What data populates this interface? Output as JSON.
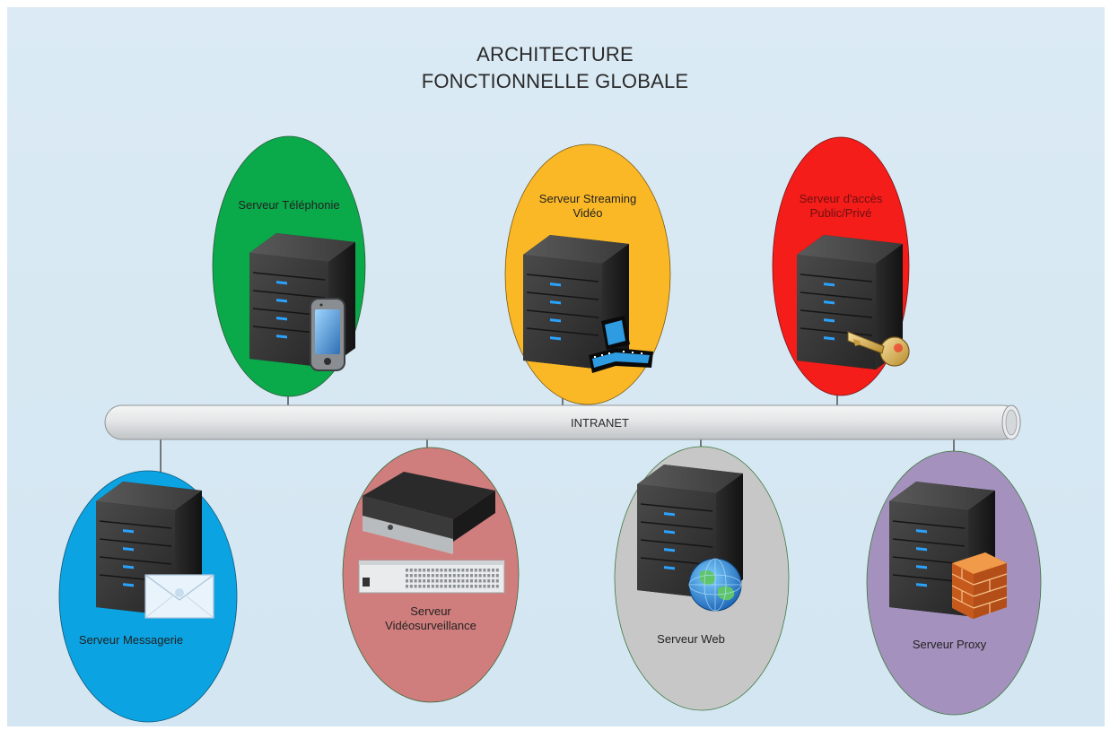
{
  "title": {
    "line1": "ARCHITECTURE",
    "line2": "FONCTIONNELLE GLOBALE"
  },
  "bus": {
    "label": "INTRANET",
    "color": "#e6e8e9"
  },
  "nodes": [
    {
      "id": "telephonie",
      "label_lines": [
        "Serveur Téléphonie"
      ],
      "color": "#0aa94a",
      "accessory": "smartphone-icon"
    },
    {
      "id": "streaming",
      "label_lines": [
        "Serveur Streaming",
        "Vidéo"
      ],
      "color": "#fbb826",
      "accessory": "film-strip-icon"
    },
    {
      "id": "acces",
      "label_lines": [
        "Serveur d'accès",
        "Public/Privé"
      ],
      "color": "#f41d1a",
      "accessory": "key-icon"
    },
    {
      "id": "messagerie",
      "label_lines": [
        "Serveur Messagerie"
      ],
      "color": "#0ba3e1",
      "accessory": "envelope-icon"
    },
    {
      "id": "videosurveillance",
      "label_lines": [
        "Serveur",
        "Vidéosurveillance"
      ],
      "color": "#d07e7d",
      "accessory": "dvr-icon"
    },
    {
      "id": "web",
      "label_lines": [
        "Serveur Web"
      ],
      "color": "#c7c7c7",
      "accessory": "globe-icon"
    },
    {
      "id": "proxy",
      "label_lines": [
        "Serveur Proxy"
      ],
      "color": "#a491bd",
      "accessory": "firewall-icon"
    }
  ]
}
